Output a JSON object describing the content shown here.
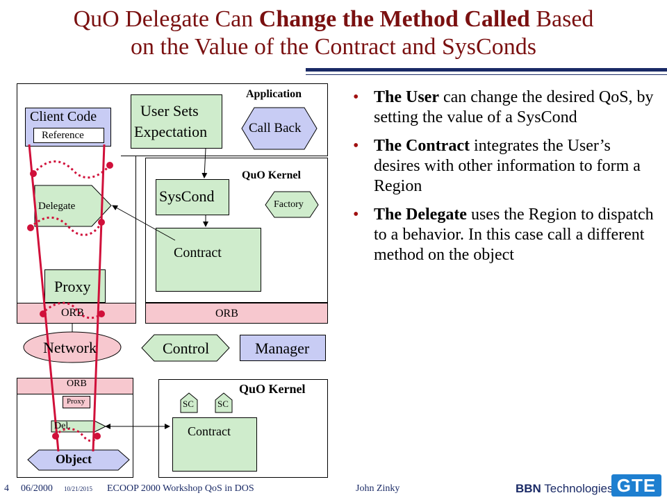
{
  "title": {
    "part1": "QuO Delegate Can ",
    "bold": "Change the Method Called",
    "part2": " Based",
    "line2": "on the Value of the Contract and SysConds"
  },
  "diagram": {
    "application": "Application",
    "client_code": "Client Code",
    "reference": "Reference",
    "user_sets_1": "User Sets",
    "user_sets_2": "Expectation",
    "call_back": "Call Back",
    "quo_kernel": "QuO Kernel",
    "syscond": "SysCond",
    "factory": "Factory",
    "contract": "Contract",
    "delegate": "Delegate",
    "proxy": "Proxy",
    "orb": "ORB",
    "network": "Network",
    "control": "Control",
    "manager": "Manager",
    "proxy_small": "Proxy",
    "del": "Del.",
    "object": "Object",
    "sc": "SC"
  },
  "bullets": [
    {
      "bold": "The User",
      "text": " can change the desired QoS, by setting the value of a SysCond"
    },
    {
      "bold": "The Contract",
      "text": " integrates the User’s desires with other information to form a Region"
    },
    {
      "bold": "The Delegate",
      "text": " uses the Region to dispatch to a behavior. In this case call a different method on the object"
    }
  ],
  "footer": {
    "slide_num": "4",
    "date": "06/2000",
    "small_date": "10/21/2015",
    "event": "ECOOP 2000 Workshop QoS in DOS",
    "author": "John Zinky",
    "org_bold": "BBN",
    "org_rest": " Technologies",
    "logo": "GTE"
  },
  "colors": {
    "title": "#7a1010",
    "pink": "#f7c8cf",
    "green": "#cfeccc",
    "blue": "#c8ccf4",
    "red_line": "#d0103a",
    "navy": "#1a2a66",
    "logo": "#1e7fd0"
  }
}
